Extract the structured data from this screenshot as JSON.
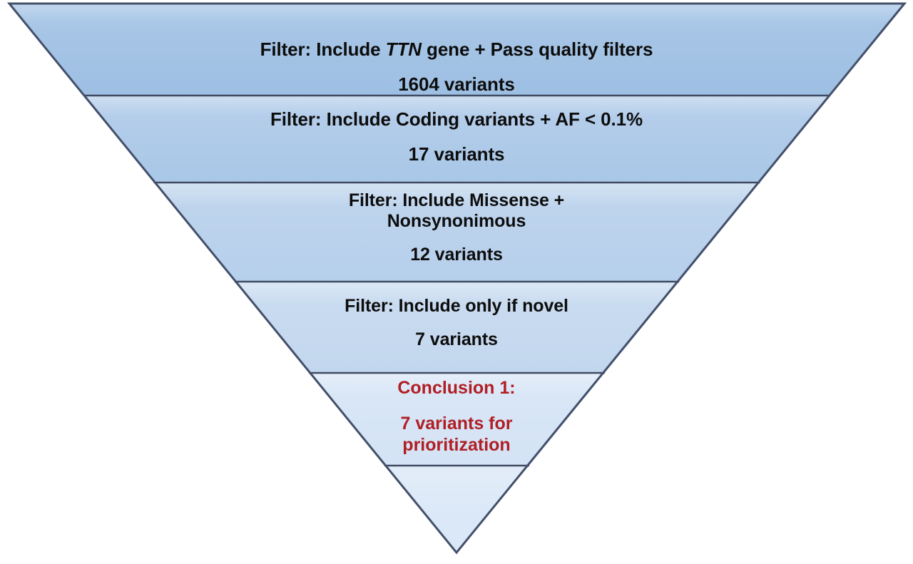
{
  "figure": {
    "type": "funnel",
    "orientation": "inverted-triangle",
    "background_color": "#ffffff",
    "border_color": "#44506b",
    "text_color": "#0d0d0d",
    "accent_color": "#b01f24",
    "fill_top_color": "#9fc0e4",
    "fill_bottom_color": "#dfe9f6"
  },
  "funnel": {
    "stages": [
      {
        "id": "stage-1",
        "title_before_gene": "Filter: Include ",
        "gene": "TTN",
        "title_after_gene": " gene + Pass quality filters",
        "count": "1604 variants"
      },
      {
        "id": "stage-2",
        "title": "Filter: Include Coding variants + AF < 0.1%",
        "count": "17 variants"
      },
      {
        "id": "stage-3",
        "title": "Filter: Include Missense +\nNonsynonimous",
        "count": "12 variants"
      },
      {
        "id": "stage-4",
        "title": "Filter: Include only if novel",
        "count": "7 variants"
      },
      {
        "id": "stage-5",
        "heading": "Conclusion 1:",
        "body": "7 variants for\nprioritization"
      }
    ]
  }
}
